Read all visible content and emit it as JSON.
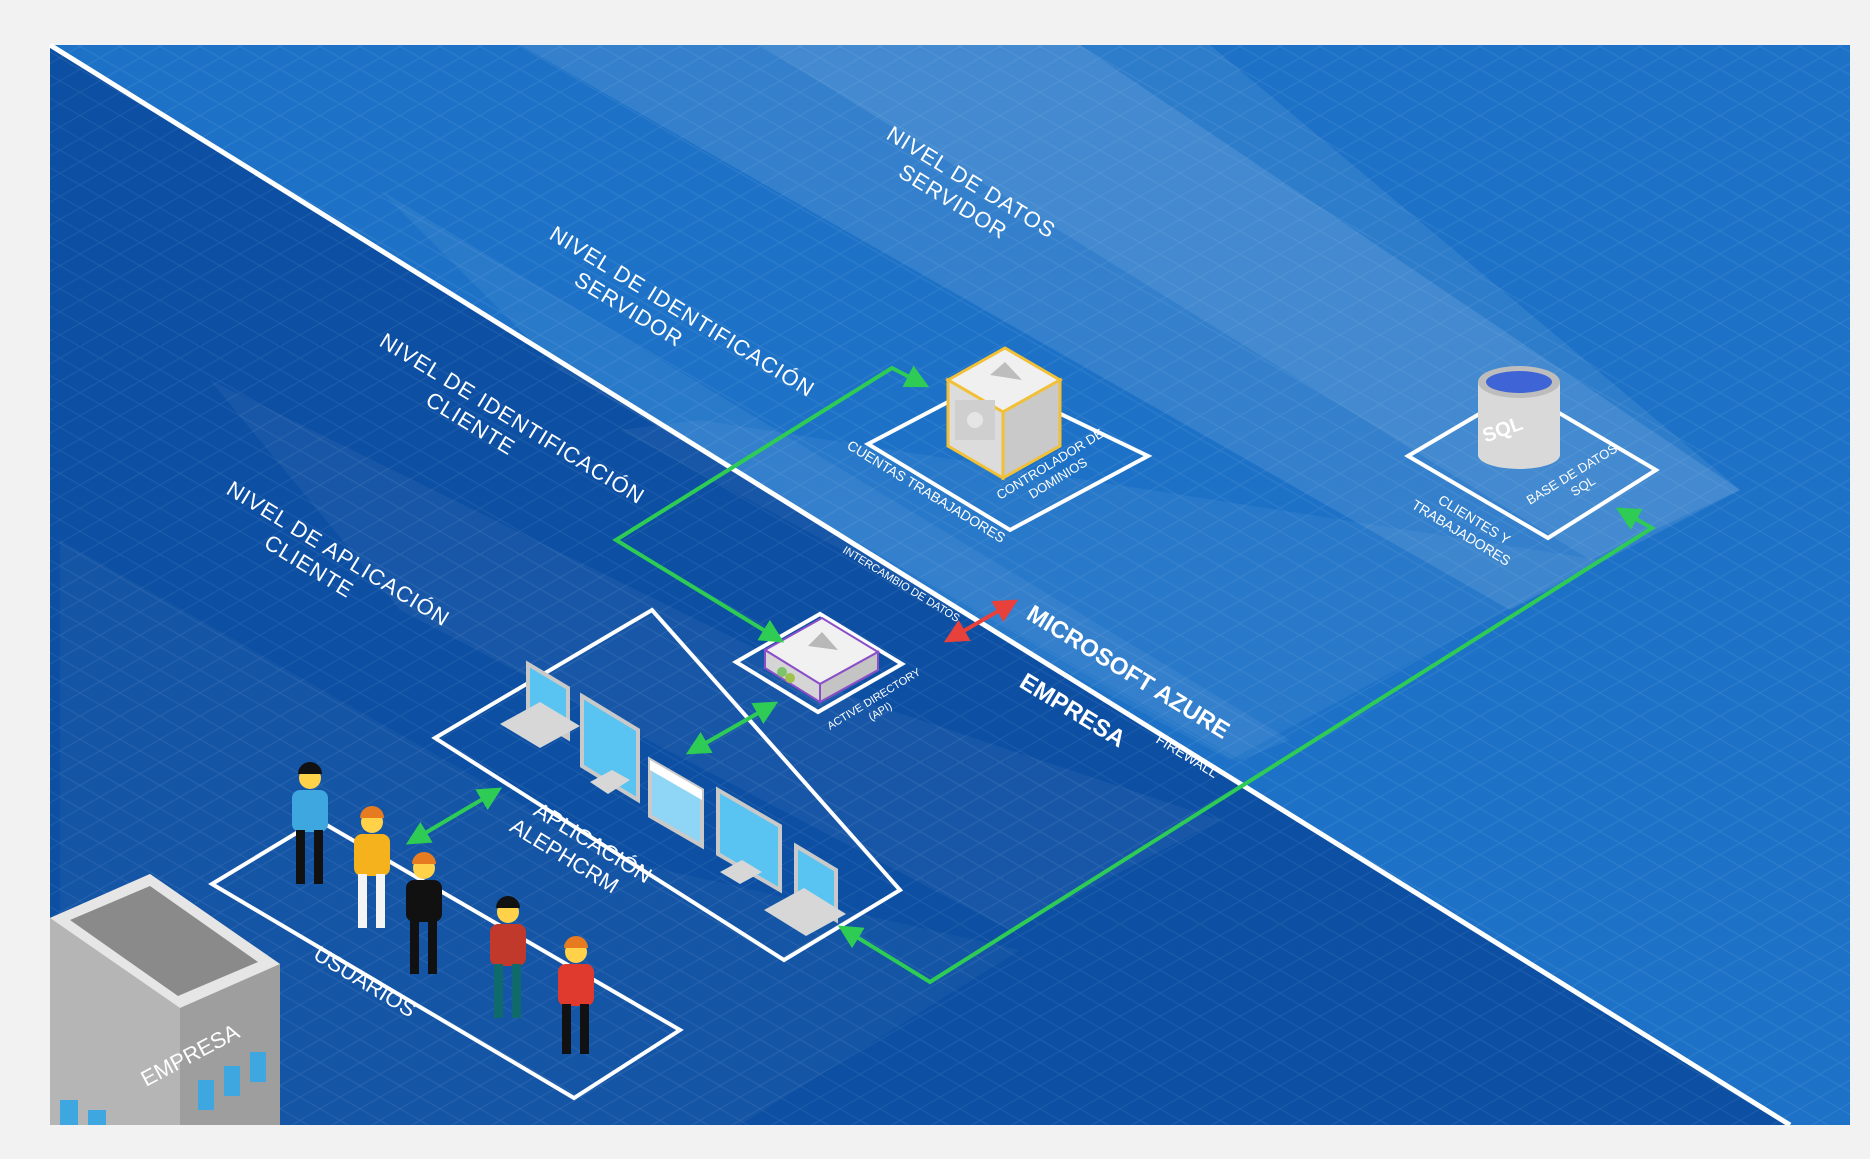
{
  "colors": {
    "frame": "#f2f2f2",
    "enterprise_bg": "#0c4fa3",
    "azure_bg": "#1d72c7",
    "divider": "#ffffff",
    "link_green": "#2ecc55",
    "link_red": "#e8403a",
    "controller_outline": "#f2c037",
    "ad_outline": "#8a4fc8",
    "screen": "#59c3f2"
  },
  "tiers": {
    "data_server": [
      "NIVEL DE DATOS",
      "SERVIDOR"
    ],
    "identity_server": [
      "NIVEL DE IDENTIFICACIÓN",
      "SERVIDOR"
    ],
    "identity_client": [
      "NIVEL DE IDENTIFICACIÓN",
      "CLIENTE"
    ],
    "app_client": [
      "NIVEL DE APLICACIÓN",
      "CLIENTE"
    ]
  },
  "zones": {
    "azure": "MICROSOFT AZURE",
    "enterprise": "EMPRESA",
    "firewall": "FIREWALL",
    "data_exchange": "INTERCAMBIO DE DATOS"
  },
  "nodes": {
    "domain_controller": {
      "label_lines": [
        "CONTROLADOR DE",
        "DOMINIOS"
      ],
      "caption": "CUENTAS TRABAJADORES",
      "icon": "domain-controller-server-icon"
    },
    "sql_db": {
      "glyph": "SQL",
      "label_lines": [
        "BASE DE DATOS",
        "SQL"
      ],
      "caption_lines": [
        "CLIENTES Y",
        "TRABAJADORES"
      ],
      "icon": "sql-database-icon"
    },
    "active_directory": {
      "label_lines": [
        "ACTIVE DIRECTORY",
        "(API)"
      ],
      "icon": "active-directory-server-icon"
    },
    "app": {
      "label_lines": [
        "APLICACIÓN",
        "ALEPHCRM"
      ],
      "icon": "desktop-monitor-icon"
    },
    "users": {
      "label": "USUARIOS",
      "icon": "person-icon"
    },
    "building": {
      "label": "EMPRESA",
      "icon": "office-building-icon"
    }
  }
}
